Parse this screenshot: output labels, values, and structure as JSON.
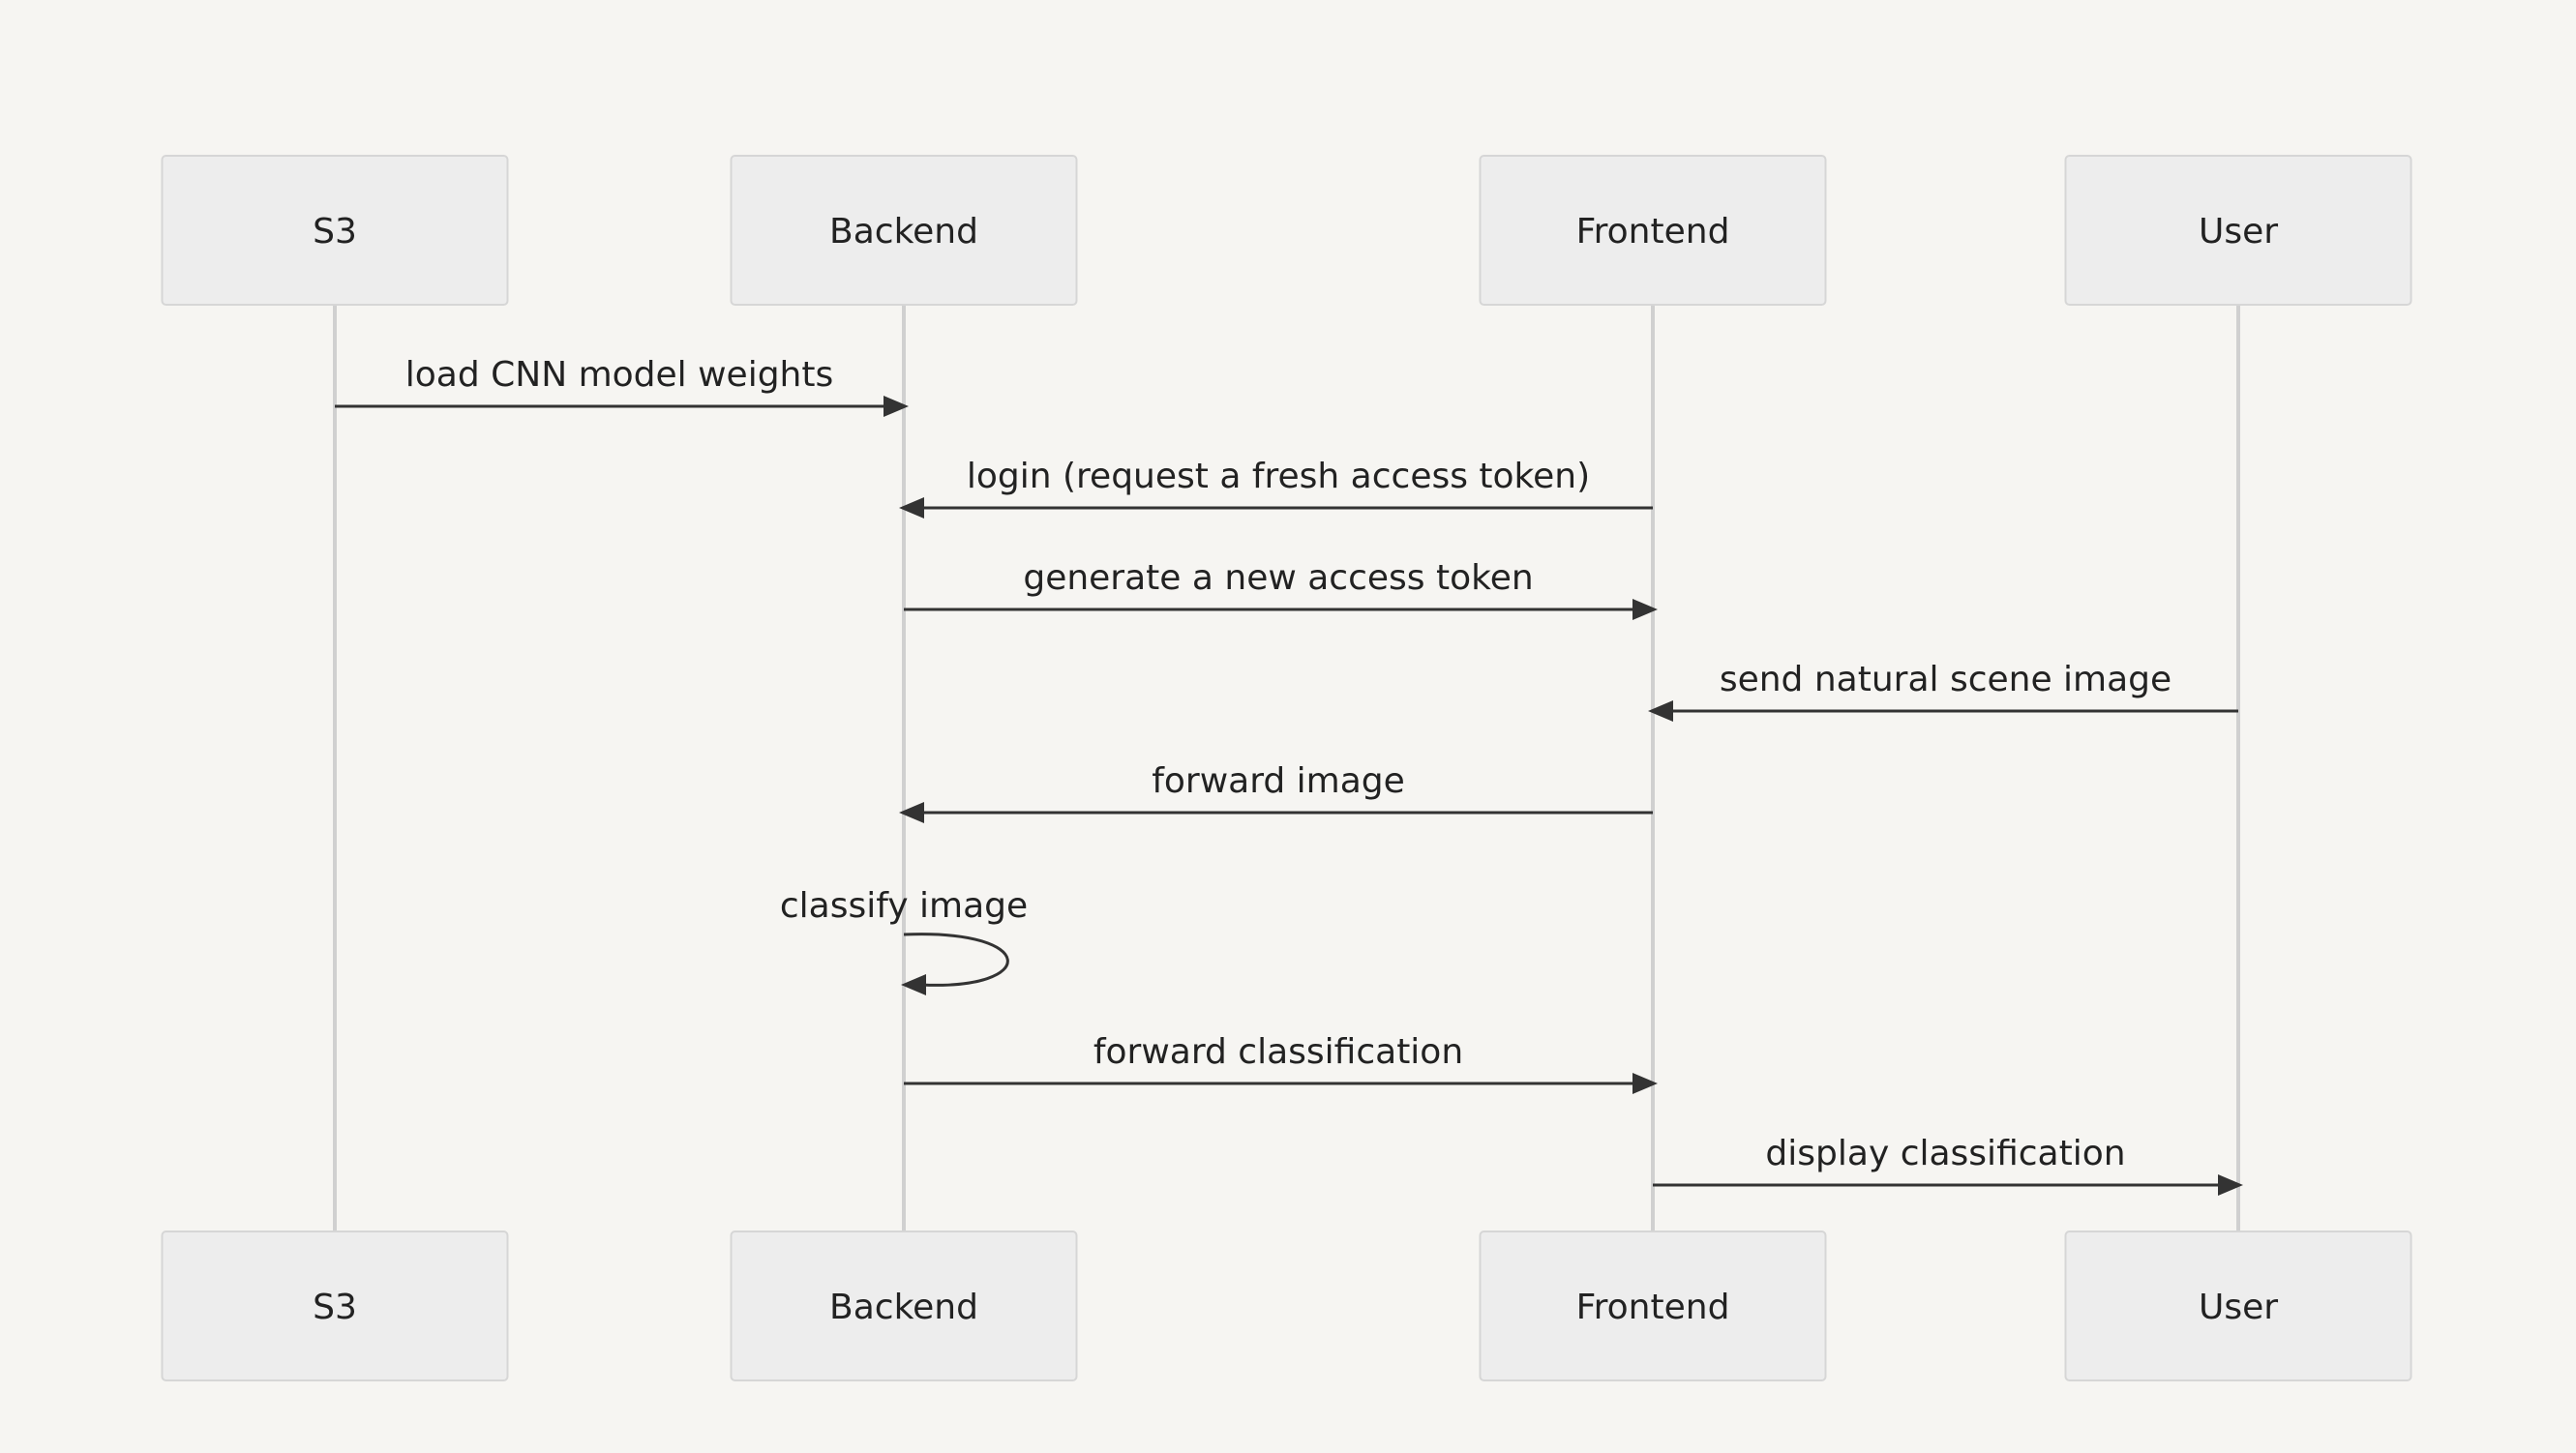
{
  "diagram_type": "sequence",
  "participants": [
    {
      "id": "s3",
      "label": "S3"
    },
    {
      "id": "backend",
      "label": "Backend"
    },
    {
      "id": "frontend",
      "label": "Frontend"
    },
    {
      "id": "user",
      "label": "User"
    }
  ],
  "messages": [
    {
      "from": "s3",
      "to": "backend",
      "label": "load CNN model weights"
    },
    {
      "from": "frontend",
      "to": "backend",
      "label": "login (request a fresh access token)"
    },
    {
      "from": "backend",
      "to": "frontend",
      "label": "generate a new access token"
    },
    {
      "from": "user",
      "to": "frontend",
      "label": "send natural scene image"
    },
    {
      "from": "frontend",
      "to": "backend",
      "label": "forward image"
    },
    {
      "from": "backend",
      "to": "backend",
      "label": "classify image"
    },
    {
      "from": "backend",
      "to": "frontend",
      "label": "forward classification"
    },
    {
      "from": "frontend",
      "to": "user",
      "label": "display classification"
    }
  ],
  "colors": {
    "background": "#f6f5f2",
    "actor_fill": "#ededed",
    "actor_stroke": "#d6d6d6",
    "lifeline": "#d0d0d0",
    "message_line": "#333333",
    "text": "#222222"
  }
}
